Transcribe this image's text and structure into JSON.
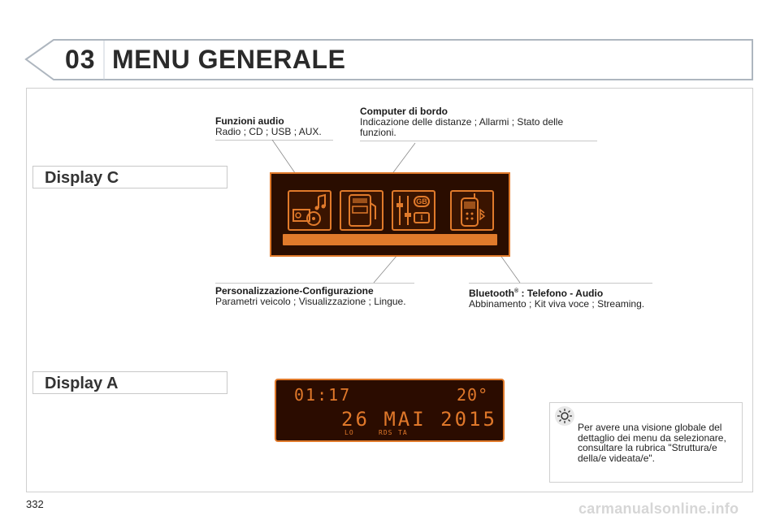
{
  "header": {
    "chapter": "03",
    "title": "MENU GENERALE"
  },
  "sections": {
    "display_c": "Display C",
    "display_a": "Display A"
  },
  "callouts": {
    "audio": {
      "heading": "Funzioni audio",
      "body": "Radio ; CD ; USB ; AUX."
    },
    "computer": {
      "heading": "Computer di bordo",
      "body": "Indicazione delle distanze ; Allarmi ; Stato delle funzioni."
    },
    "personal": {
      "heading": "Personalizzazione-Configurazione",
      "body": "Parametri veicolo ; Visualizzazione ; Lingue."
    },
    "bluetooth": {
      "heading_main": "Bluetooth",
      "heading_reg": "®",
      "heading_rest": " : Telefono - Audio",
      "body": "Abbinamento ; Kit viva voce ; Streaming."
    }
  },
  "display_c_icons": [
    "audio-icon",
    "trip-computer-icon",
    "settings-icon",
    "telephone-icon"
  ],
  "display_c_badges": {
    "gb": "GB",
    "i": "I"
  },
  "display_a": {
    "time": "01:17",
    "temp": "20°",
    "date": "26 MAI 2015",
    "indicators": [
      "LO",
      "RDS",
      "TA"
    ]
  },
  "tip": "Per avere una visione globale del dettaglio dei menu da selezionare, consultare la rubrica \"Struttura/e della/e videata/e\".",
  "page_number": "332",
  "watermark": "carmanualsonline.info",
  "colors": {
    "accent": "#e07a2b",
    "screen": "#2a0d00"
  }
}
